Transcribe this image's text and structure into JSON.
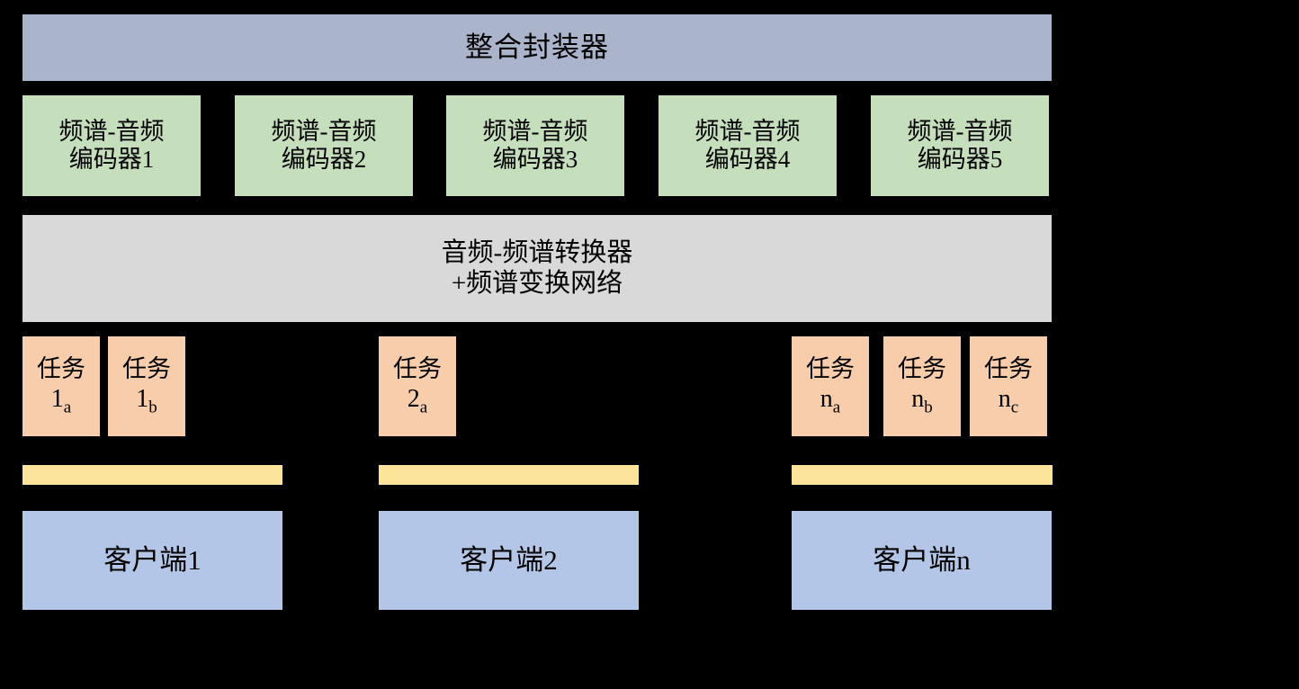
{
  "diagram": {
    "background_color": "#000000",
    "wrapper": {
      "label": "整合封装器",
      "color": "#aab4ca"
    },
    "encoders": {
      "color": "#c5debb",
      "items": [
        {
          "label": "频谱-音频\n编码器1"
        },
        {
          "label": "频谱-音频\n编码器2"
        },
        {
          "label": "频谱-音频\n编码器3"
        },
        {
          "label": "频谱-音频\n编码器4"
        },
        {
          "label": "频谱-音频\n编码器5"
        }
      ]
    },
    "converter": {
      "label": "音频-频谱转换器\n+频谱变换网络",
      "color": "#d9d9d9"
    },
    "tasks": {
      "color": "#f7cdac",
      "items": [
        {
          "label": "任务",
          "id": "1",
          "sub": "a"
        },
        {
          "label": "任务",
          "id": "1",
          "sub": "b"
        },
        {
          "label": "任务",
          "id": "2",
          "sub": "a"
        },
        {
          "label": "任务",
          "id": "n",
          "sub": "a"
        },
        {
          "label": "任务",
          "id": "n",
          "sub": "b"
        },
        {
          "label": "任务",
          "id": "n",
          "sub": "c"
        }
      ]
    },
    "connectors": {
      "color": "#fce49b",
      "count": 3
    },
    "clients": {
      "color": "#b3c6e7",
      "items": [
        {
          "label": "客户端1"
        },
        {
          "label": "客户端2"
        },
        {
          "label": "客户端n"
        }
      ]
    }
  }
}
